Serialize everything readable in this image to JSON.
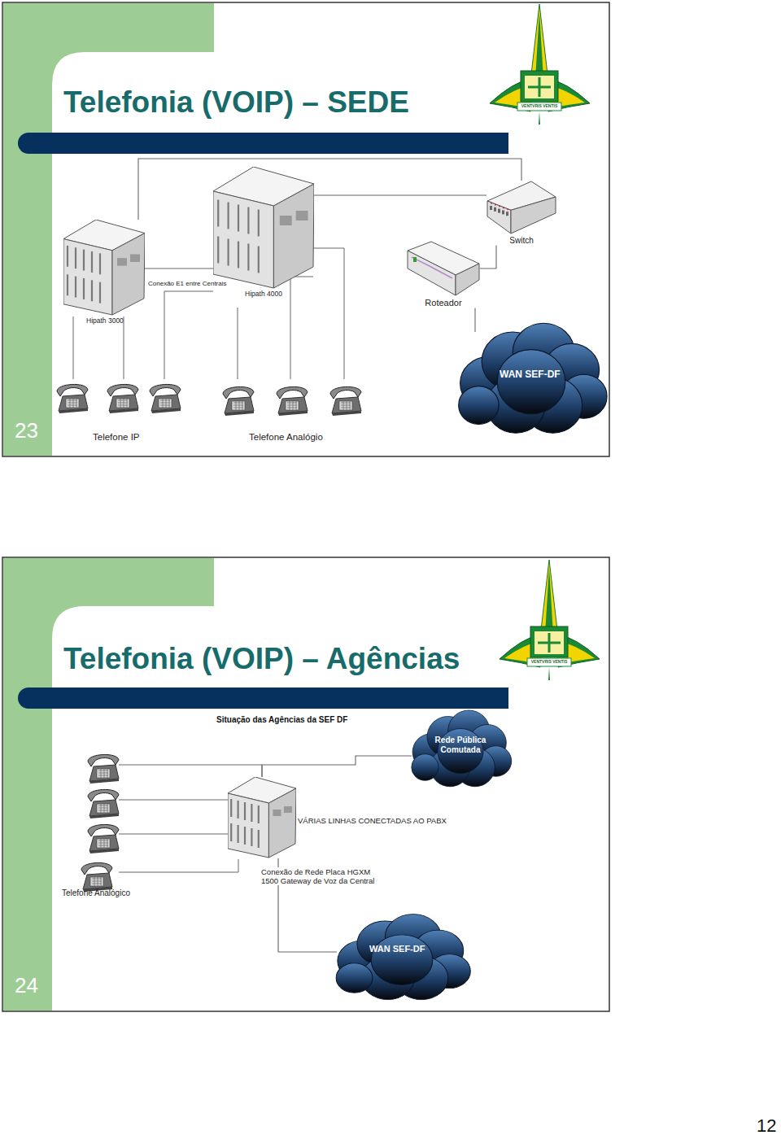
{
  "diagram": {
    "title": "Telefonia (VOIP) – SEDE",
    "nodes": [
      {
        "text": [
          "Hipath 3000"
        ]
      },
      {
        "text": [
          "Hipath 4000"
        ]
      },
      {
        "text": [
          "Switch"
        ]
      },
      {
        "text": [
          "Roteador"
        ]
      },
      {
        "text": [
          "WAN SEF-DF"
        ]
      },
      {
        "text": [
          "VÁRIAS LINHAS CONECTADAS AO PABX"
        ]
      },
      {
        "text": [
          "Rede Pública Comutada"
        ]
      },
      {
        "text": [
          "WAN SEF-DF"
        ]
      }
    ],
    "edges": [
      {
        "from": 0,
        "to": 2,
        "arrow": "none"
      },
      {
        "from": 1,
        "to": 2,
        "arrow": "none"
      },
      {
        "from": 3,
        "to": 2,
        "arrow": "none"
      },
      {
        "from": 3,
        "to": 4,
        "arrow": "none"
      },
      {
        "from": 0,
        "to": 1,
        "label": "Conexão E1 entre Centrais",
        "arrow": "none"
      },
      {
        "from": 5,
        "to": 6,
        "arrow": "none"
      },
      {
        "from": 5,
        "to": 7,
        "label": "Conexão de Rede Placa HGXM 1500 Gateway de Voz da Central",
        "arrow": "none"
      }
    ],
    "labels": [
      "Telefonia (VOIP) – Agências",
      "23",
      "24",
      "Telefone IP",
      "Telefone Analógio",
      "Situação das Agências da SEF DF",
      "Telefone Analógico",
      "VENTVRIS VENTIS",
      "VENTVRIS VENTIS",
      "12"
    ]
  }
}
